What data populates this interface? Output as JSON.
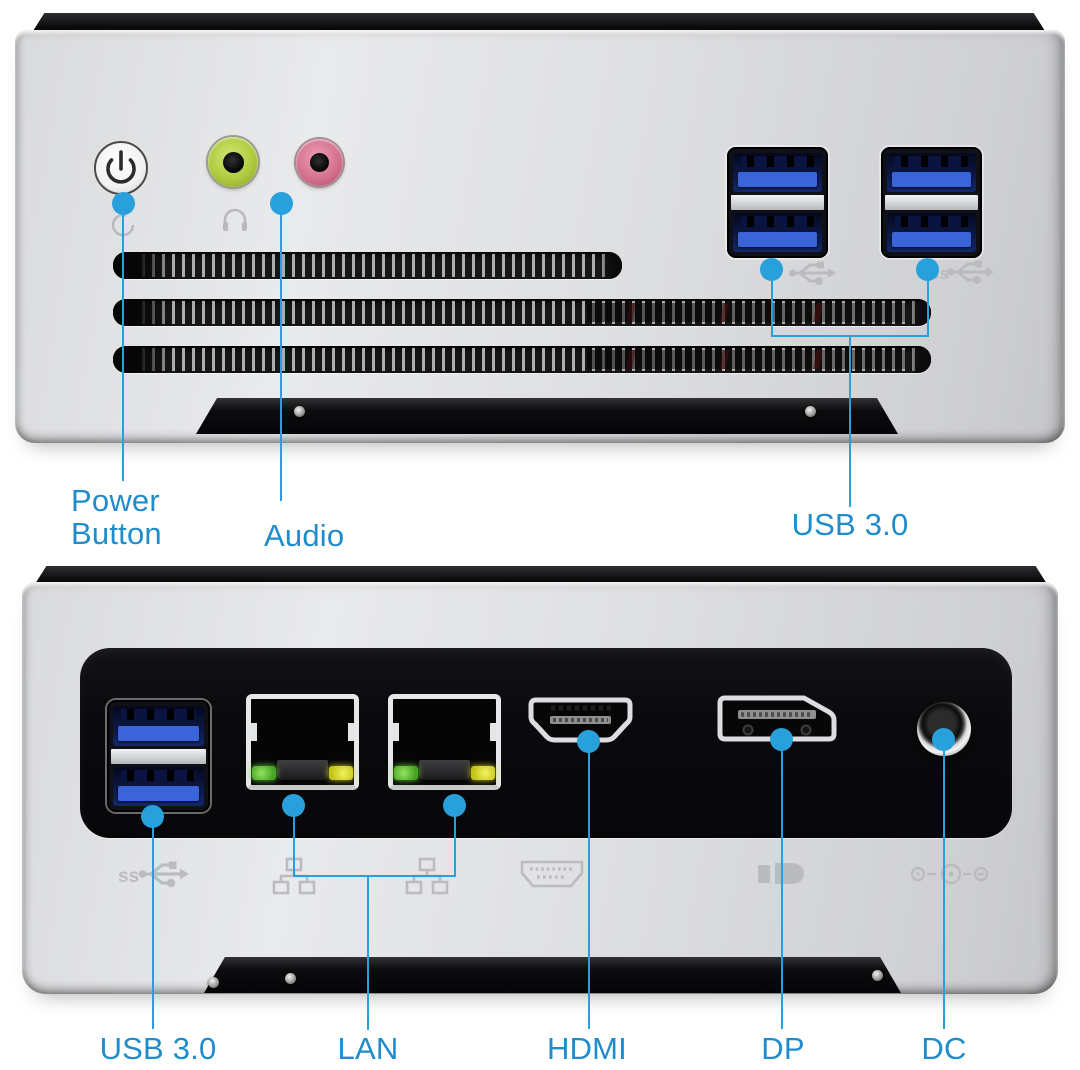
{
  "colors": {
    "background": "#ffffff",
    "callout": "#27a0dc",
    "label_text": "#1f8ccc",
    "chassis_silver": "#dcdde0",
    "chassis_black": "#0a0a0c",
    "usb_blue": "#3a64d8",
    "audio_green": "#aecb3e",
    "audio_pink": "#d4728f",
    "led_green": "#55b02c",
    "led_yellow": "#d2d21e",
    "engraving_gray": "#b9babc"
  },
  "icons": {
    "ss_label": "ss"
  },
  "front": {
    "callouts": [
      {
        "id": "power-button",
        "lines": [
          "Power",
          "Button"
        ]
      },
      {
        "id": "audio",
        "lines": [
          "Audio"
        ]
      },
      {
        "id": "usb3",
        "lines": [
          "USB 3.0"
        ]
      }
    ]
  },
  "rear": {
    "callouts": [
      {
        "id": "usb3",
        "label": "USB 3.0"
      },
      {
        "id": "lan",
        "label": "LAN"
      },
      {
        "id": "hdmi",
        "label": "HDMI"
      },
      {
        "id": "dp",
        "label": "DP"
      },
      {
        "id": "dc",
        "label": "DC"
      }
    ]
  }
}
